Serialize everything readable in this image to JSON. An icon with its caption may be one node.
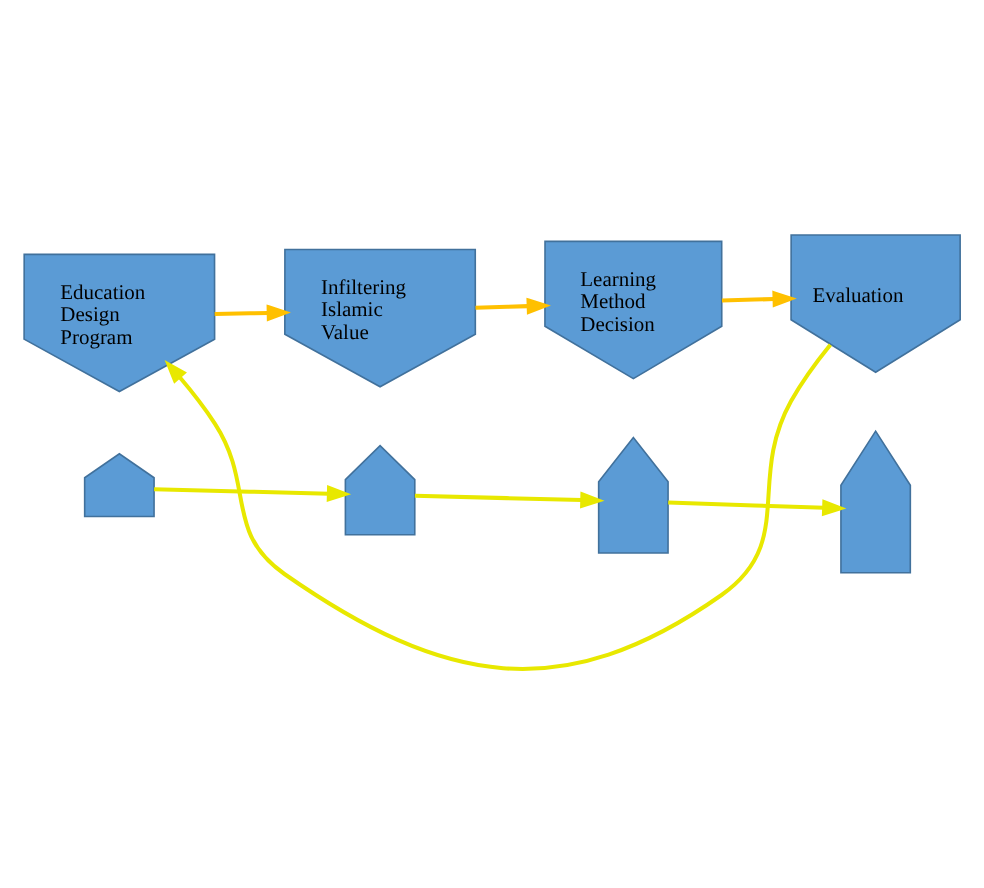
{
  "diagram": {
    "nodes": [
      {
        "text": [
          "Education Design Program"
        ]
      },
      {
        "text": [
          "Infiltering Islamic Value"
        ]
      },
      {
        "text": [
          "Learning Method Decision"
        ]
      },
      {
        "text": [
          "Evaluation"
        ]
      },
      {
        "text": [],
        "shape": "arrow"
      },
      {
        "text": [],
        "shape": "arrow"
      },
      {
        "text": [],
        "shape": "arrow"
      },
      {
        "text": [],
        "shape": "arrow"
      }
    ],
    "edges": [
      {
        "from": 0,
        "to": 1,
        "arrow": "to",
        "color": "#ffc000"
      },
      {
        "from": 1,
        "to": 2,
        "arrow": "to",
        "color": "#ffc000"
      },
      {
        "from": 2,
        "to": 3,
        "arrow": "to",
        "color": "#ffc000"
      },
      {
        "from": 3,
        "to": 0,
        "arrow": "to"
      },
      {
        "from": 4,
        "to": 5,
        "arrow": "to"
      },
      {
        "from": 5,
        "to": 6,
        "arrow": "to"
      },
      {
        "from": 6,
        "to": 7,
        "arrow": "to"
      }
    ]
  }
}
